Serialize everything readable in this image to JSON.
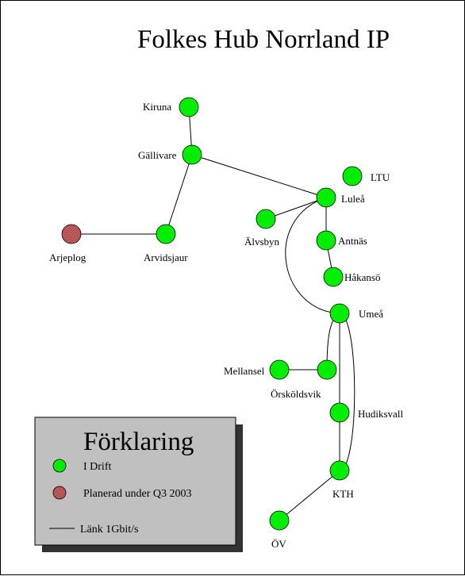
{
  "title": "Folkes Hub Norrland IP",
  "colors": {
    "active": "#00ee00",
    "planned": "#cc6666",
    "link": "#000000",
    "legend_bg": "#c0c0c0",
    "legend_shadow": "#333333"
  },
  "nodes": [
    {
      "id": "kiruna",
      "label": "Kiruna",
      "status": "active"
    },
    {
      "id": "gallivare",
      "label": "Gällivare",
      "status": "active"
    },
    {
      "id": "arjeplog",
      "label": "Arjeplog",
      "status": "planned"
    },
    {
      "id": "arvidsjaur",
      "label": "Arvidsjaur",
      "status": "active"
    },
    {
      "id": "ltu",
      "label": "LTU",
      "status": "active"
    },
    {
      "id": "lulea",
      "label": "Luleå",
      "status": "active"
    },
    {
      "id": "alvsbyn",
      "label": "Älvsbyn",
      "status": "active"
    },
    {
      "id": "antnas",
      "label": "Antnäs",
      "status": "active"
    },
    {
      "id": "hakanso",
      "label": "Håkansö",
      "status": "active"
    },
    {
      "id": "umea",
      "label": "Umeå",
      "status": "active"
    },
    {
      "id": "mellansel",
      "label": "Mellansel",
      "status": "active"
    },
    {
      "id": "ornskoldsvik",
      "label": "Örsköldsvik",
      "status": "active"
    },
    {
      "id": "hudiksvall",
      "label": "Hudiksvall",
      "status": "active"
    },
    {
      "id": "kth",
      "label": "KTH",
      "status": "active"
    },
    {
      "id": "ov",
      "label": "ÖV",
      "status": "active"
    }
  ],
  "links": [
    {
      "from": "kiruna",
      "to": "gallivare"
    },
    {
      "from": "gallivare",
      "to": "lulea"
    },
    {
      "from": "gallivare",
      "to": "arvidsjaur"
    },
    {
      "from": "arjeplog",
      "to": "arvidsjaur"
    },
    {
      "from": "lulea",
      "to": "alvsbyn"
    },
    {
      "from": "lulea",
      "to": "antnas"
    },
    {
      "from": "antnas",
      "to": "hakanso"
    },
    {
      "from": "lulea",
      "to": "umea"
    },
    {
      "from": "umea",
      "to": "ornskoldsvik"
    },
    {
      "from": "mellansel",
      "to": "ornskoldsvik"
    },
    {
      "from": "umea",
      "to": "hudiksvall"
    },
    {
      "from": "hudiksvall",
      "to": "kth"
    },
    {
      "from": "umea",
      "to": "kth"
    },
    {
      "from": "kth",
      "to": "ov"
    }
  ],
  "legend": {
    "title": "Förklaring",
    "items": [
      {
        "symbol": "active",
        "label": "I Drift"
      },
      {
        "symbol": "planned",
        "label": "Planerad under Q3 2003"
      },
      {
        "symbol": "link",
        "label": "Länk 1Gbit/s"
      }
    ]
  }
}
